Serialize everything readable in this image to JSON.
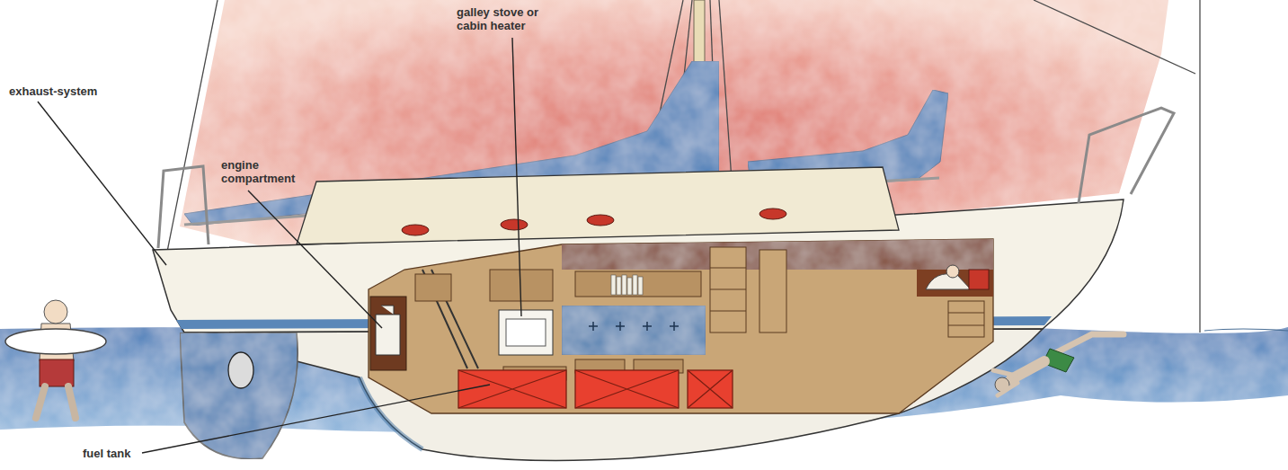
{
  "diagram": {
    "labels": [
      "galley stove or cabin heater",
      "exhaust-system",
      "engine compartment",
      "fuel tank"
    ]
  }
}
